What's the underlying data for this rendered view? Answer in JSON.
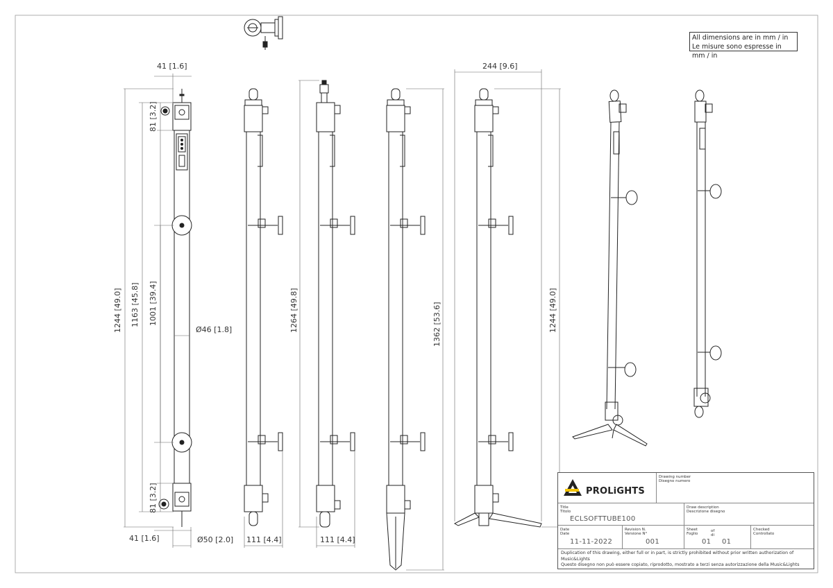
{
  "note": {
    "line1": "All dimensions are in mm / in",
    "line2": "Le misure sono espresse in mm / in"
  },
  "dimensions": {
    "width_top_view1": "41 [1.6]",
    "width_bottom_view1": "41 [1.6]",
    "diam_tube": "Ø46 [1.8]",
    "diam_bottom": "Ø50 [2.0]",
    "h_total": "1244 [49.0]",
    "h_body": "1163 [45.8]",
    "h_pitch": "1001 [39.4]",
    "h_cap_top": "81 [3.2]",
    "h_cap_bottom": "81 [3.2]",
    "w_view2": "111 [4.4]",
    "w_view3": "111 [4.4]",
    "h_view3": "1264 [49.8]",
    "h_view4": "1362 [53.6]",
    "w_view5_top": "244 [9.6]",
    "h_view5": "1244 [49.0]"
  },
  "title_block": {
    "logo": "PROLiGHTS",
    "drawing_number_label_en": "Drawing number",
    "drawing_number_label_it": "Disegno numero",
    "title_label_en": "Title",
    "title_label_it": "Titolo",
    "title_value": "ECLSOFTTUBE100",
    "draw_desc_label_en": "Draw description",
    "draw_desc_label_it": "Descrizione disegno",
    "date_label_en": "Date",
    "date_label_it": "Date",
    "date_value": "11-11-2022",
    "revision_label_en": "Revision N.",
    "revision_label_it": "Versione N°",
    "revision_value": "001",
    "sheet_label_en": "Sheet",
    "sheet_label_it": "Foglio",
    "of_label_en": "of",
    "of_label_it": "di",
    "sheet_value": "01",
    "of_value": "01",
    "checked_label_en": "Checked",
    "checked_label_it": "Controllato",
    "footer_en": "Duplication of this drawing, either full or in part, is strictly prohibited without prior written authorization of Music&Lights",
    "footer_it": "Questo disegno non può essere copiato, riprodotto, mostrato a terzi senza autorizzazione della Music&Lights"
  }
}
